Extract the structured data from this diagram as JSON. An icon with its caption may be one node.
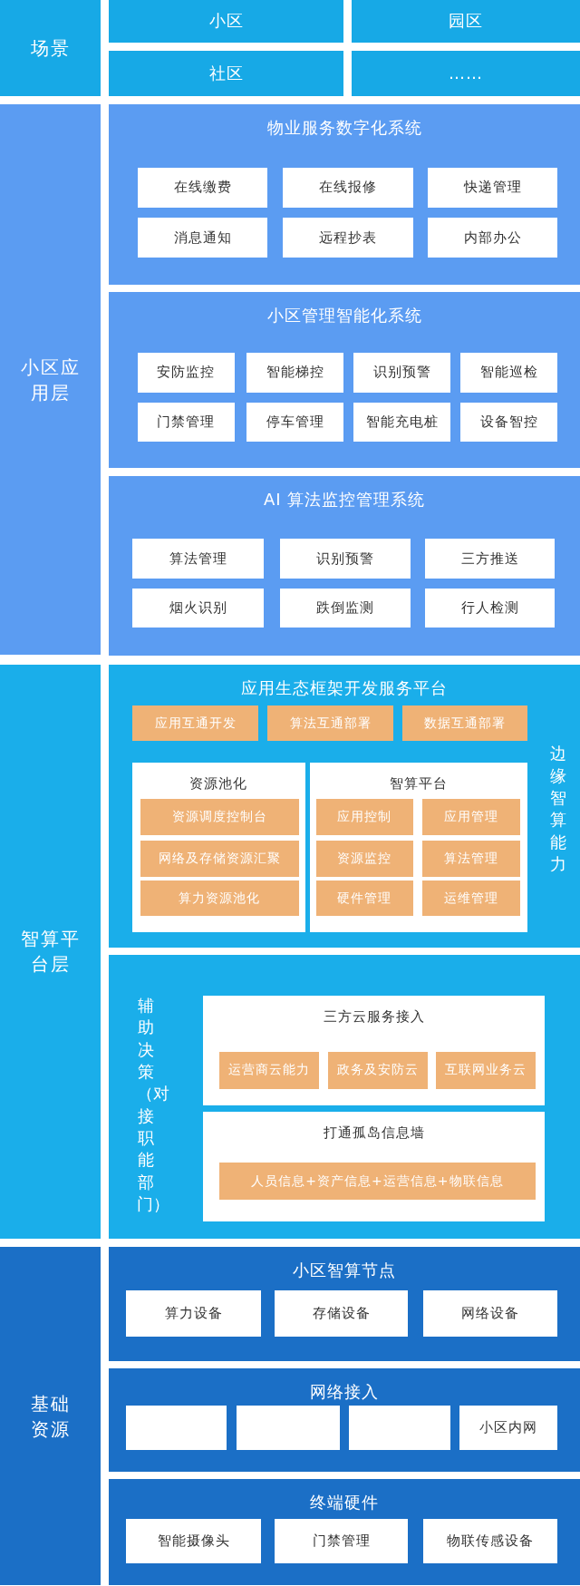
{
  "diagram": {
    "nodes": [
      {
        "text": [
          "场景"
        ]
      },
      {
        "text": [
          "小区"
        ]
      },
      {
        "text": [
          "园区"
        ]
      },
      {
        "text": [
          "社区"
        ]
      },
      {
        "text": [
          "……"
        ]
      },
      {
        "text": [
          "小区应用层"
        ]
      },
      {
        "text": [
          "物业服务数字化系统"
        ]
      },
      {
        "text": [
          "在线缴费"
        ],
        "in": 6
      },
      {
        "text": [
          "在线报修"
        ],
        "in": 6
      },
      {
        "text": [
          "快递管理"
        ],
        "in": 6
      },
      {
        "text": [
          "消息通知"
        ],
        "in": 6
      },
      {
        "text": [
          "远程抄表"
        ],
        "in": 6
      },
      {
        "text": [
          "内部办公"
        ],
        "in": 6
      },
      {
        "text": [
          "小区管理智能化系统"
        ]
      },
      {
        "text": [
          "安防监控"
        ],
        "in": 13
      },
      {
        "text": [
          "智能梯控"
        ],
        "in": 13
      },
      {
        "text": [
          "识别预警"
        ],
        "in": 13
      },
      {
        "text": [
          "智能巡检"
        ],
        "in": 13
      },
      {
        "text": [
          "门禁管理"
        ],
        "in": 13
      },
      {
        "text": [
          "停车管理"
        ],
        "in": 13
      },
      {
        "text": [
          "智能充电桩"
        ],
        "in": 13
      },
      {
        "text": [
          "设备智控"
        ],
        "in": 13
      },
      {
        "text": [
          "AI 算法监控管理系统"
        ]
      },
      {
        "text": [
          "算法管理"
        ],
        "in": 22
      },
      {
        "text": [
          "识别预警"
        ],
        "in": 22
      },
      {
        "text": [
          "三方推送"
        ],
        "in": 22
      },
      {
        "text": [
          "烟火识别"
        ],
        "in": 22
      },
      {
        "text": [
          "跌倒监测"
        ],
        "in": 22
      },
      {
        "text": [
          "行人检测"
        ],
        "in": 22
      },
      {
        "text": [
          "智算平台层"
        ]
      },
      {
        "text": [
          "应用生态框架开发服务平台",
          "边缘智算能力"
        ]
      },
      {
        "text": [
          "应用互通开发"
        ],
        "in": 30
      },
      {
        "text": [
          "算法互通部署"
        ],
        "in": 30
      },
      {
        "text": [
          "数据互通部署"
        ],
        "in": 30
      },
      {
        "text": [
          "资源池化"
        ],
        "in": 30
      },
      {
        "text": [
          "资源调度控制台"
        ],
        "in": 34
      },
      {
        "text": [
          "网络及存储资源汇聚"
        ],
        "in": 34
      },
      {
        "text": [
          "算力资源池化"
        ],
        "in": 34
      },
      {
        "text": [
          "智算平台"
        ],
        "in": 30
      },
      {
        "text": [
          "应用控制"
        ],
        "in": 38
      },
      {
        "text": [
          "应用管理"
        ],
        "in": 38
      },
      {
        "text": [
          "资源监控"
        ],
        "in": 38
      },
      {
        "text": [
          "算法管理"
        ],
        "in": 38
      },
      {
        "text": [
          "硬件管理"
        ],
        "in": 38
      },
      {
        "text": [
          "运维管理"
        ],
        "in": 38
      },
      {
        "text": [
          "辅助决策（对接职能部门）"
        ]
      },
      {
        "text": [
          "三方云服务接入"
        ],
        "in": 45
      },
      {
        "text": [
          "运营商云能力"
        ],
        "in": 46
      },
      {
        "text": [
          "政务及安防云"
        ],
        "in": 46
      },
      {
        "text": [
          "互联网业务云"
        ],
        "in": 46
      },
      {
        "text": [
          "打通孤岛信息墙"
        ],
        "in": 45
      },
      {
        "text": [
          "人员信息+资产信息+运营信息+物联信息"
        ],
        "in": 50
      },
      {
        "text": [
          "基础资源"
        ]
      },
      {
        "text": [
          "小区智算节点"
        ]
      },
      {
        "text": [
          "算力设备"
        ],
        "in": 53
      },
      {
        "text": [
          "存储设备"
        ],
        "in": 53
      },
      {
        "text": [
          "网络设备"
        ],
        "in": 53
      },
      {
        "text": [
          "网络接入"
        ]
      },
      {
        "text": [],
        "shape": "box",
        "in": 57
      },
      {
        "text": [],
        "shape": "box",
        "in": 57
      },
      {
        "text": [],
        "shape": "box",
        "in": 57
      },
      {
        "text": [
          "小区内网"
        ],
        "in": 57
      },
      {
        "text": [
          "终端硬件"
        ]
      },
      {
        "text": [
          "智能摄像头"
        ],
        "in": 62
      },
      {
        "text": [
          "门禁管理"
        ],
        "in": 62
      },
      {
        "text": [
          "物联传感设备"
        ],
        "in": 62
      }
    ],
    "edges": []
  }
}
